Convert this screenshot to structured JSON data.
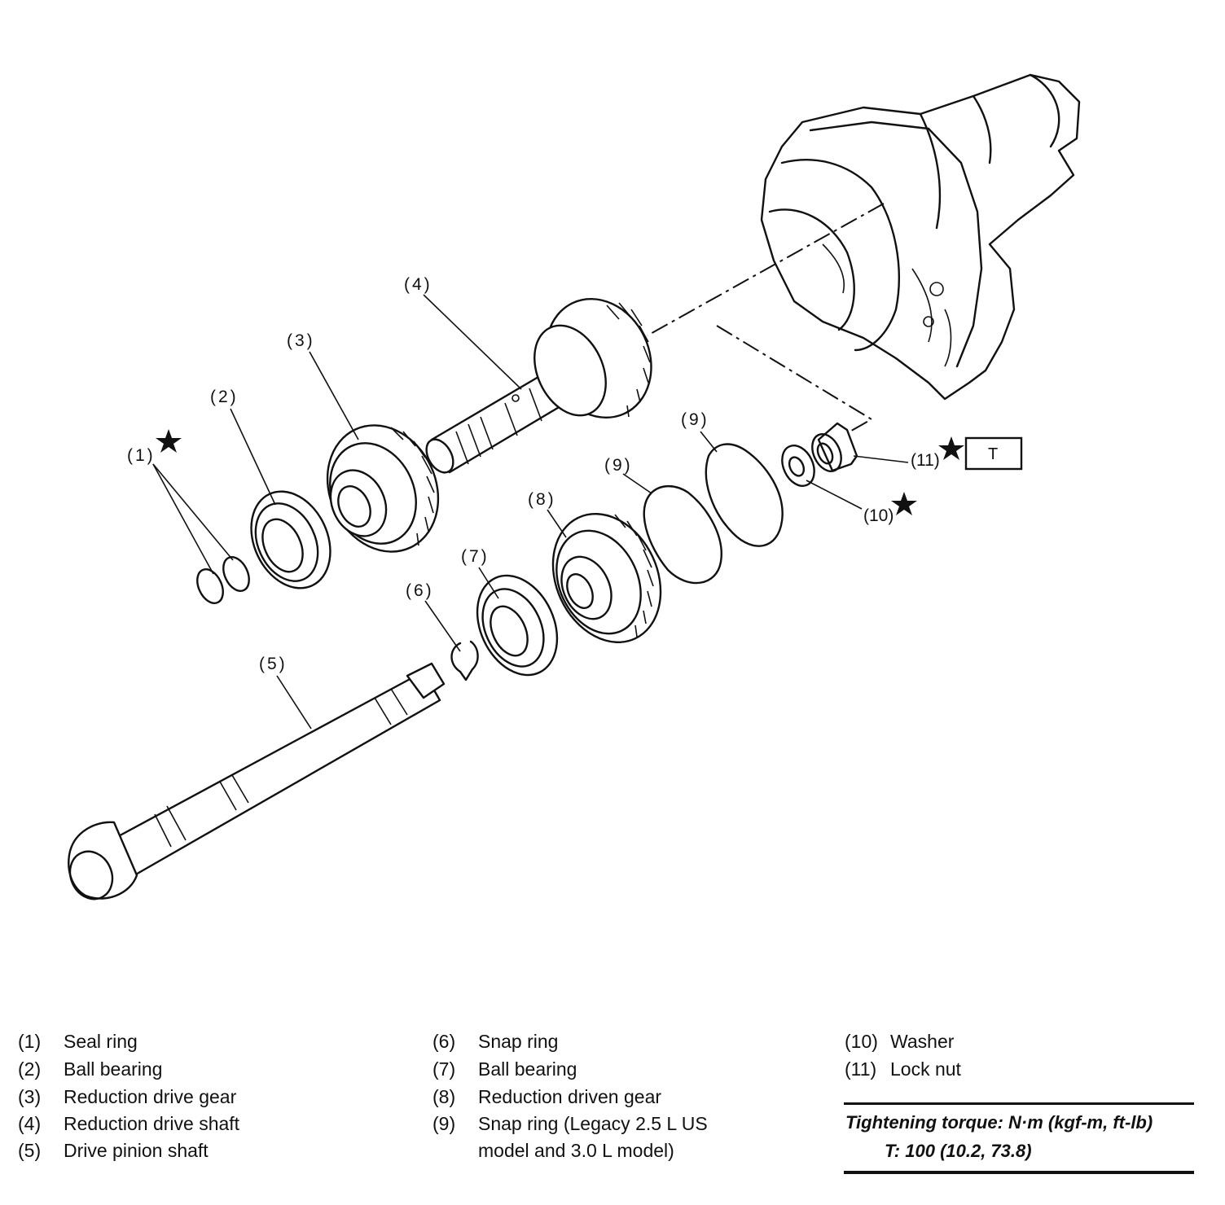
{
  "callouts": {
    "c1": "(1)",
    "c2": "(2)",
    "c3": "(3)",
    "c4": "(4)",
    "c5": "(5)",
    "c6": "(6)",
    "c7": "(7)",
    "c8": "(8)",
    "c9a": "(9)",
    "c9b": "(9)",
    "c10": "(10)",
    "c11": "(11)",
    "torque_mark": "T"
  },
  "legend": {
    "items": [
      {
        "num": "(1)",
        "text": "Seal ring"
      },
      {
        "num": "(2)",
        "text": "Ball bearing"
      },
      {
        "num": "(3)",
        "text": "Reduction drive gear"
      },
      {
        "num": "(4)",
        "text": "Reduction drive shaft"
      },
      {
        "num": "(5)",
        "text": "Drive pinion shaft"
      },
      {
        "num": "(6)",
        "text": "Snap ring"
      },
      {
        "num": "(7)",
        "text": "Ball bearing"
      },
      {
        "num": "(8)",
        "text": "Reduction driven gear"
      },
      {
        "num": "(9)",
        "text": "Snap ring (Legacy 2.5 L US"
      },
      {
        "num": "",
        "text": "model and 3.0 L model)"
      },
      {
        "num": "(10)",
        "text": "Washer"
      },
      {
        "num": "(11)",
        "text": "Lock nut"
      }
    ]
  },
  "torque": {
    "title": "Tightening torque: N·m (kgf-m, ft-lb)",
    "value": "T: 100 (10.2, 73.8)"
  }
}
